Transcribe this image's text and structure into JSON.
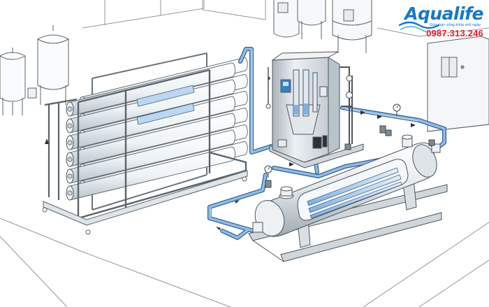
{
  "brand": {
    "name": "Aqualife",
    "tagline": "Giúp bạn sống khỏe mỗi ngày",
    "phone": "0987.313.246"
  },
  "icons": {
    "logo": "water-wave-logo-icon",
    "flow": "flow-arrow-icon",
    "gauge": "pressure-gauge-icon"
  },
  "colors": {
    "pipe": "#5b93c9",
    "pipe_dark": "#2f5d8a",
    "brand_blue": "#1679c8",
    "phone_red": "#e21e26",
    "panel_blue": "#3a7fc0"
  }
}
